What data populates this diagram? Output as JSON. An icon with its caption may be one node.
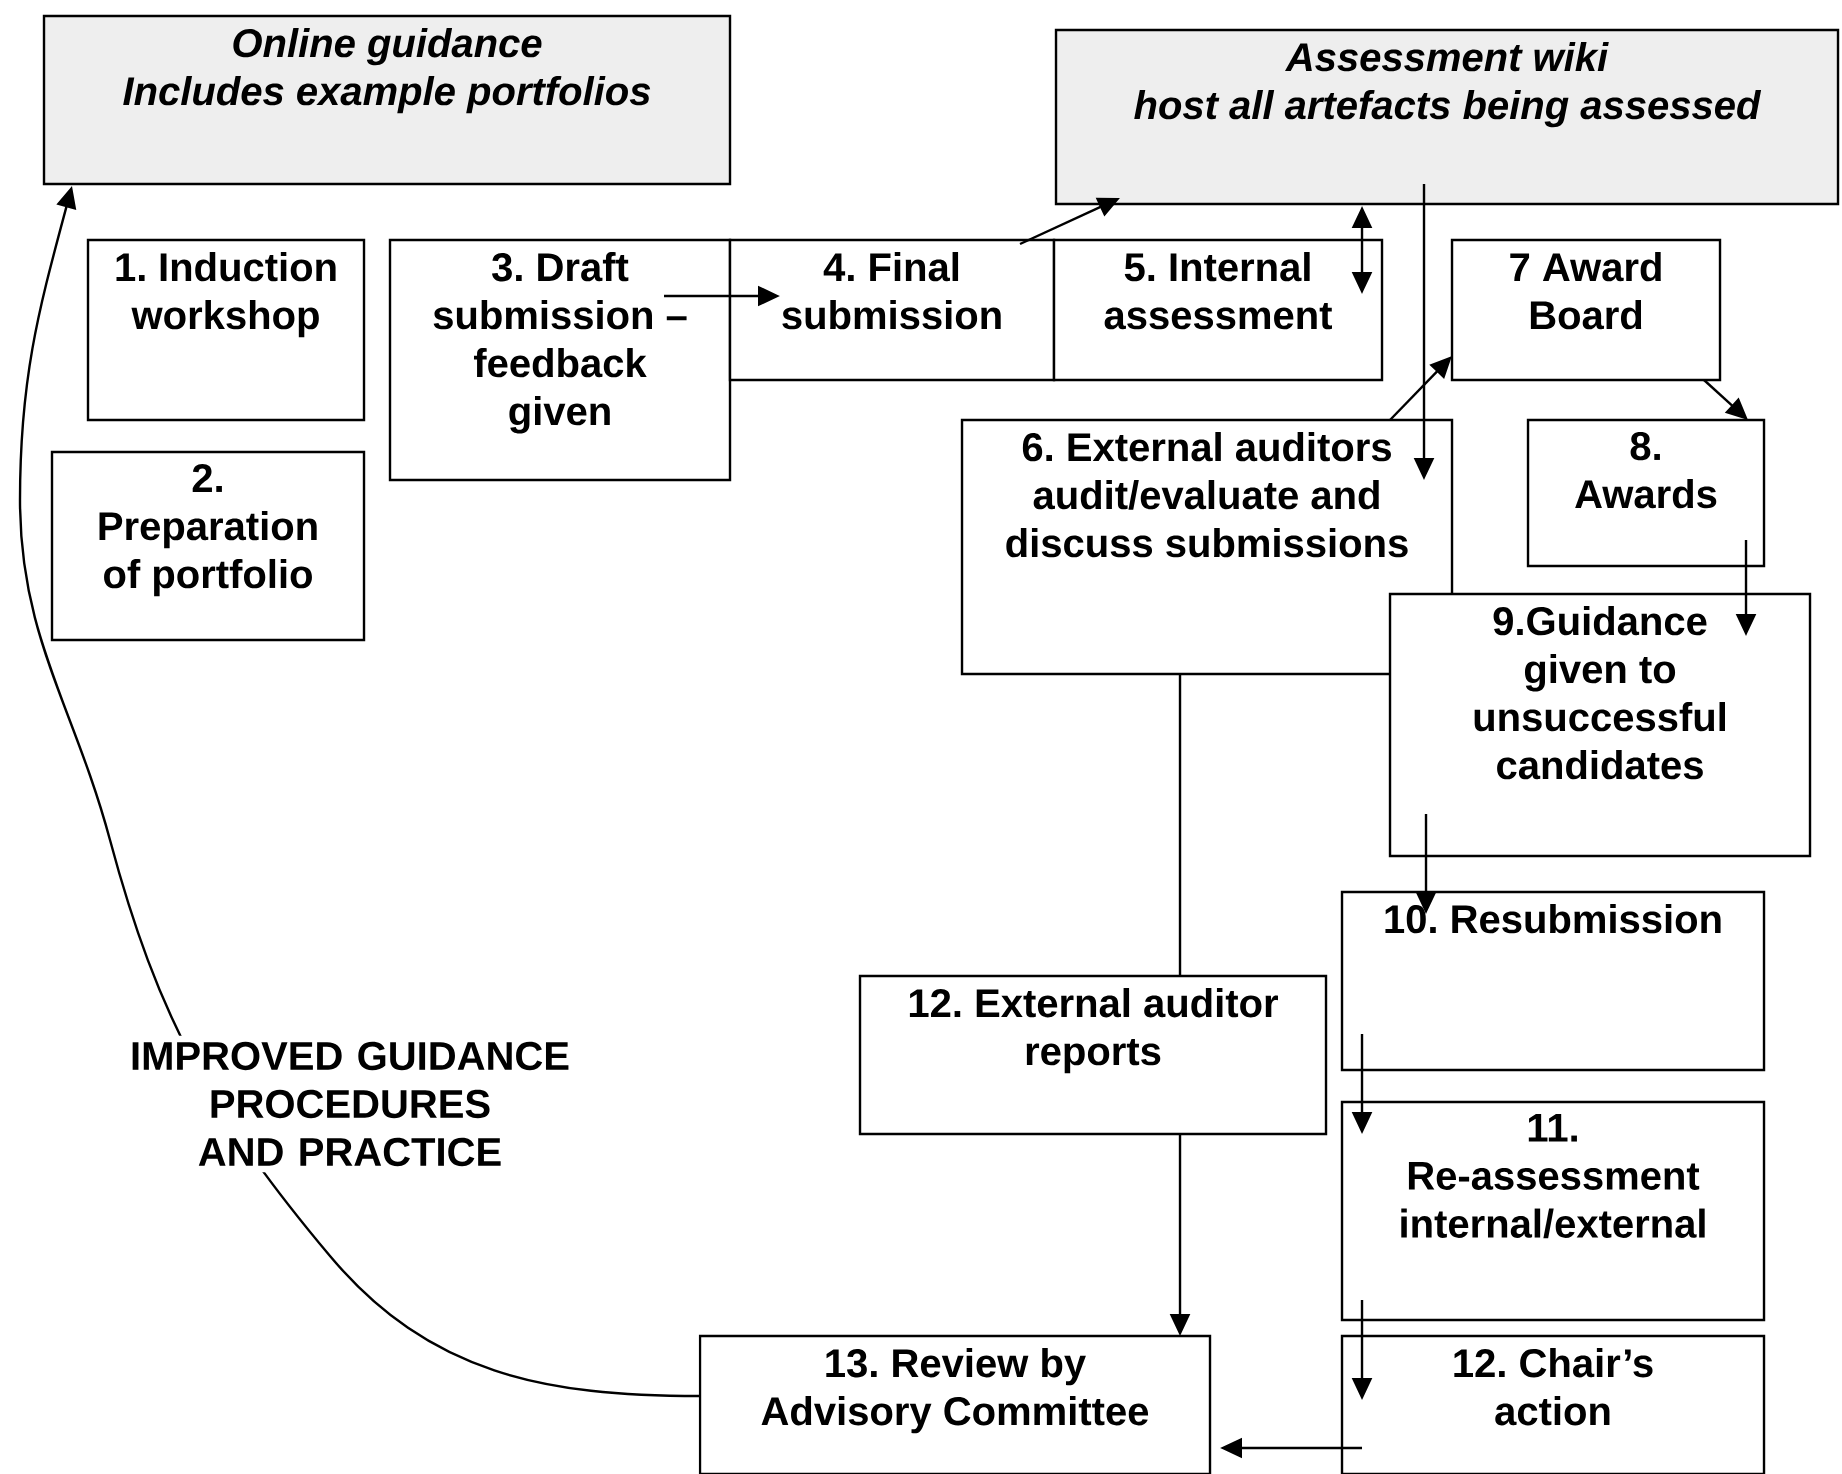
{
  "diagram": {
    "nodes": [
      {
        "text": [
          "Online guidance",
          "Includes example portfolios"
        ]
      },
      {
        "text": [
          "Assessment wiki",
          "host all artefacts being assessed"
        ]
      },
      {
        "text": [
          "1. Induction workshop"
        ]
      },
      {
        "text": [
          "3. Draft submission – feedback given"
        ]
      },
      {
        "text": [
          "4. Final submission"
        ]
      },
      {
        "text": [
          "5. Internal assessment"
        ]
      },
      {
        "text": [
          "7 Award Board"
        ]
      },
      {
        "text": [
          "2. Preparation of portfolio"
        ]
      },
      {
        "text": [
          "6. External auditors audit/evaluate and discuss submissions"
        ]
      },
      {
        "text": [
          "8. Awards"
        ]
      },
      {
        "text": [
          "9.Guidance given to unsuccessful candidates"
        ]
      },
      {
        "text": [
          "10. Resubmission"
        ]
      },
      {
        "text": [
          "12. External auditor reports"
        ]
      },
      {
        "text": [
          "11. Re-assessment internal/external"
        ]
      },
      {
        "text": [
          "12. Chair’s action"
        ]
      },
      {
        "text": [
          "13. Review by Advisory Committee"
        ]
      }
    ],
    "edges": [
      {
        "from": 3,
        "to": 4,
        "arrow": "to"
      },
      {
        "from": 4,
        "to": 1,
        "arrow": "to"
      },
      {
        "from": 5,
        "to": 1,
        "arrow": "both"
      },
      {
        "from": 1,
        "to": 8,
        "arrow": "to"
      },
      {
        "from": 8,
        "to": 6,
        "arrow": "to"
      },
      {
        "from": 6,
        "to": 9,
        "arrow": "to"
      },
      {
        "from": 9,
        "to": 10,
        "arrow": "to"
      },
      {
        "from": 10,
        "to": 11,
        "arrow": "to"
      },
      {
        "from": 8,
        "to": 12,
        "arrow": "none"
      },
      {
        "from": 12,
        "to": 15,
        "arrow": "to"
      },
      {
        "from": 11,
        "to": 13,
        "arrow": "to"
      },
      {
        "from": 13,
        "to": 14,
        "arrow": "to"
      },
      {
        "from": 14,
        "to": 15,
        "arrow": "to"
      },
      {
        "from": 15,
        "to": 0,
        "arrow": "to",
        "label": "IMPROVED GUIDANCE PROCEDURES AND PRACTICE"
      }
    ]
  }
}
